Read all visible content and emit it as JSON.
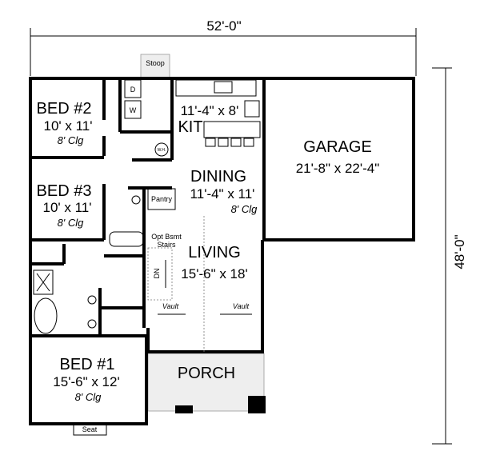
{
  "dimensions": {
    "width": "52'-0\"",
    "depth": "48'-0\""
  },
  "rooms": {
    "stoop": "Stoop",
    "bed2": {
      "name": "BED #2",
      "size": "10' x 11'",
      "ceiling": "8' Clg"
    },
    "kitchen": {
      "name": "KIT",
      "size": "11'-4\" x 8'"
    },
    "bed3": {
      "name": "BED #3",
      "size": "10' x 11'",
      "ceiling": "8' Clg"
    },
    "dining": {
      "name": "DINING",
      "size": "11'-4\" x 11'",
      "ceiling": "8' Clg"
    },
    "garage": {
      "name": "GARAGE",
      "size": "21'-8\" x 22'-4\""
    },
    "pantry": "Pantry",
    "stairs": {
      "line1": "Opt Bsmt",
      "line2": "Stairs",
      "dn": "DN"
    },
    "living": {
      "name": "LIVING",
      "size": "15'-6\" x 18'",
      "vault_left": "Vault",
      "vault_right": "Vault"
    },
    "porch": "PORCH",
    "bed1": {
      "name": "BED #1",
      "size": "15'-6\" x 12'",
      "ceiling": "8' Clg"
    },
    "seat": "Seat"
  },
  "fixtures": {
    "washer": "W",
    "dryer": "D",
    "water_heater": "W.H."
  }
}
